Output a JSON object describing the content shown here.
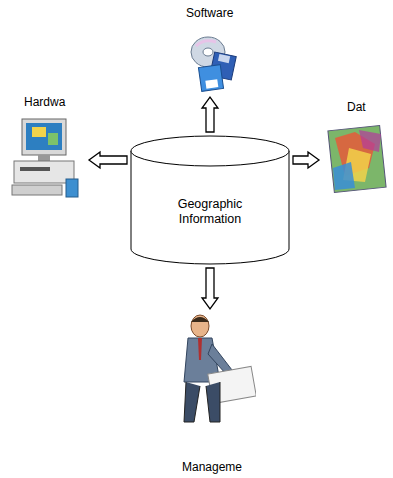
{
  "diagram": {
    "nodes": [
      {
        "text": [
          "Software"
        ]
      },
      {
        "text": [
          "Hardwa"
        ]
      },
      {
        "text": [
          "Geographic Information"
        ]
      },
      {
        "text": [
          "Dat"
        ]
      },
      {
        "text": [
          "Manageme"
        ]
      }
    ],
    "edges": [
      {
        "from": 2,
        "to": 0,
        "arrow": "to"
      },
      {
        "from": 2,
        "to": 1,
        "arrow": "to"
      },
      {
        "from": 2,
        "to": 3,
        "arrow": "to"
      },
      {
        "from": 2,
        "to": 4,
        "arrow": "to"
      }
    ]
  }
}
